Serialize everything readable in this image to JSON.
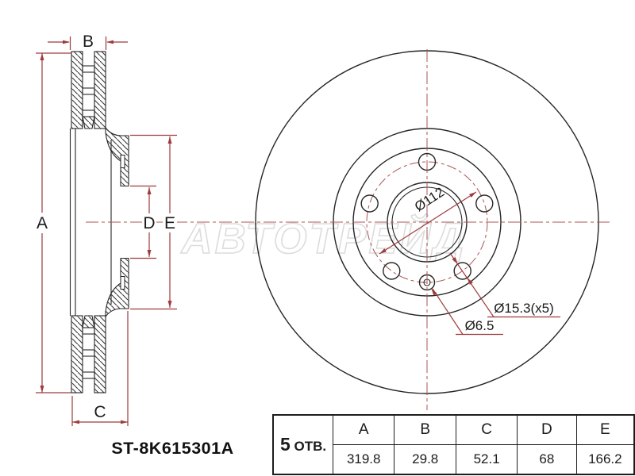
{
  "drawing_title": "brake disc technical drawing",
  "part_number": "ST-8K615301A",
  "watermark": "АВТОТРЕЙД",
  "dimension_labels": {
    "a": "A",
    "b": "B",
    "c": "C",
    "d": "D",
    "e": "E"
  },
  "callouts": {
    "bolt_circle_diameter": "Ø112",
    "bolt_hole_diameter": "Ø15.3(x5)",
    "set_screw_diameter": "Ø6.5"
  },
  "spec_table": {
    "holes_count": "5",
    "holes_unit": "ОТВ.",
    "headers": [
      "A",
      "B",
      "C",
      "D",
      "E"
    ],
    "values": [
      "319.8",
      "29.8",
      "52.1",
      "68",
      "166.2"
    ]
  },
  "colors": {
    "line": "#262626",
    "dimension": "#9e3a3c",
    "centerline": "#a85454"
  }
}
